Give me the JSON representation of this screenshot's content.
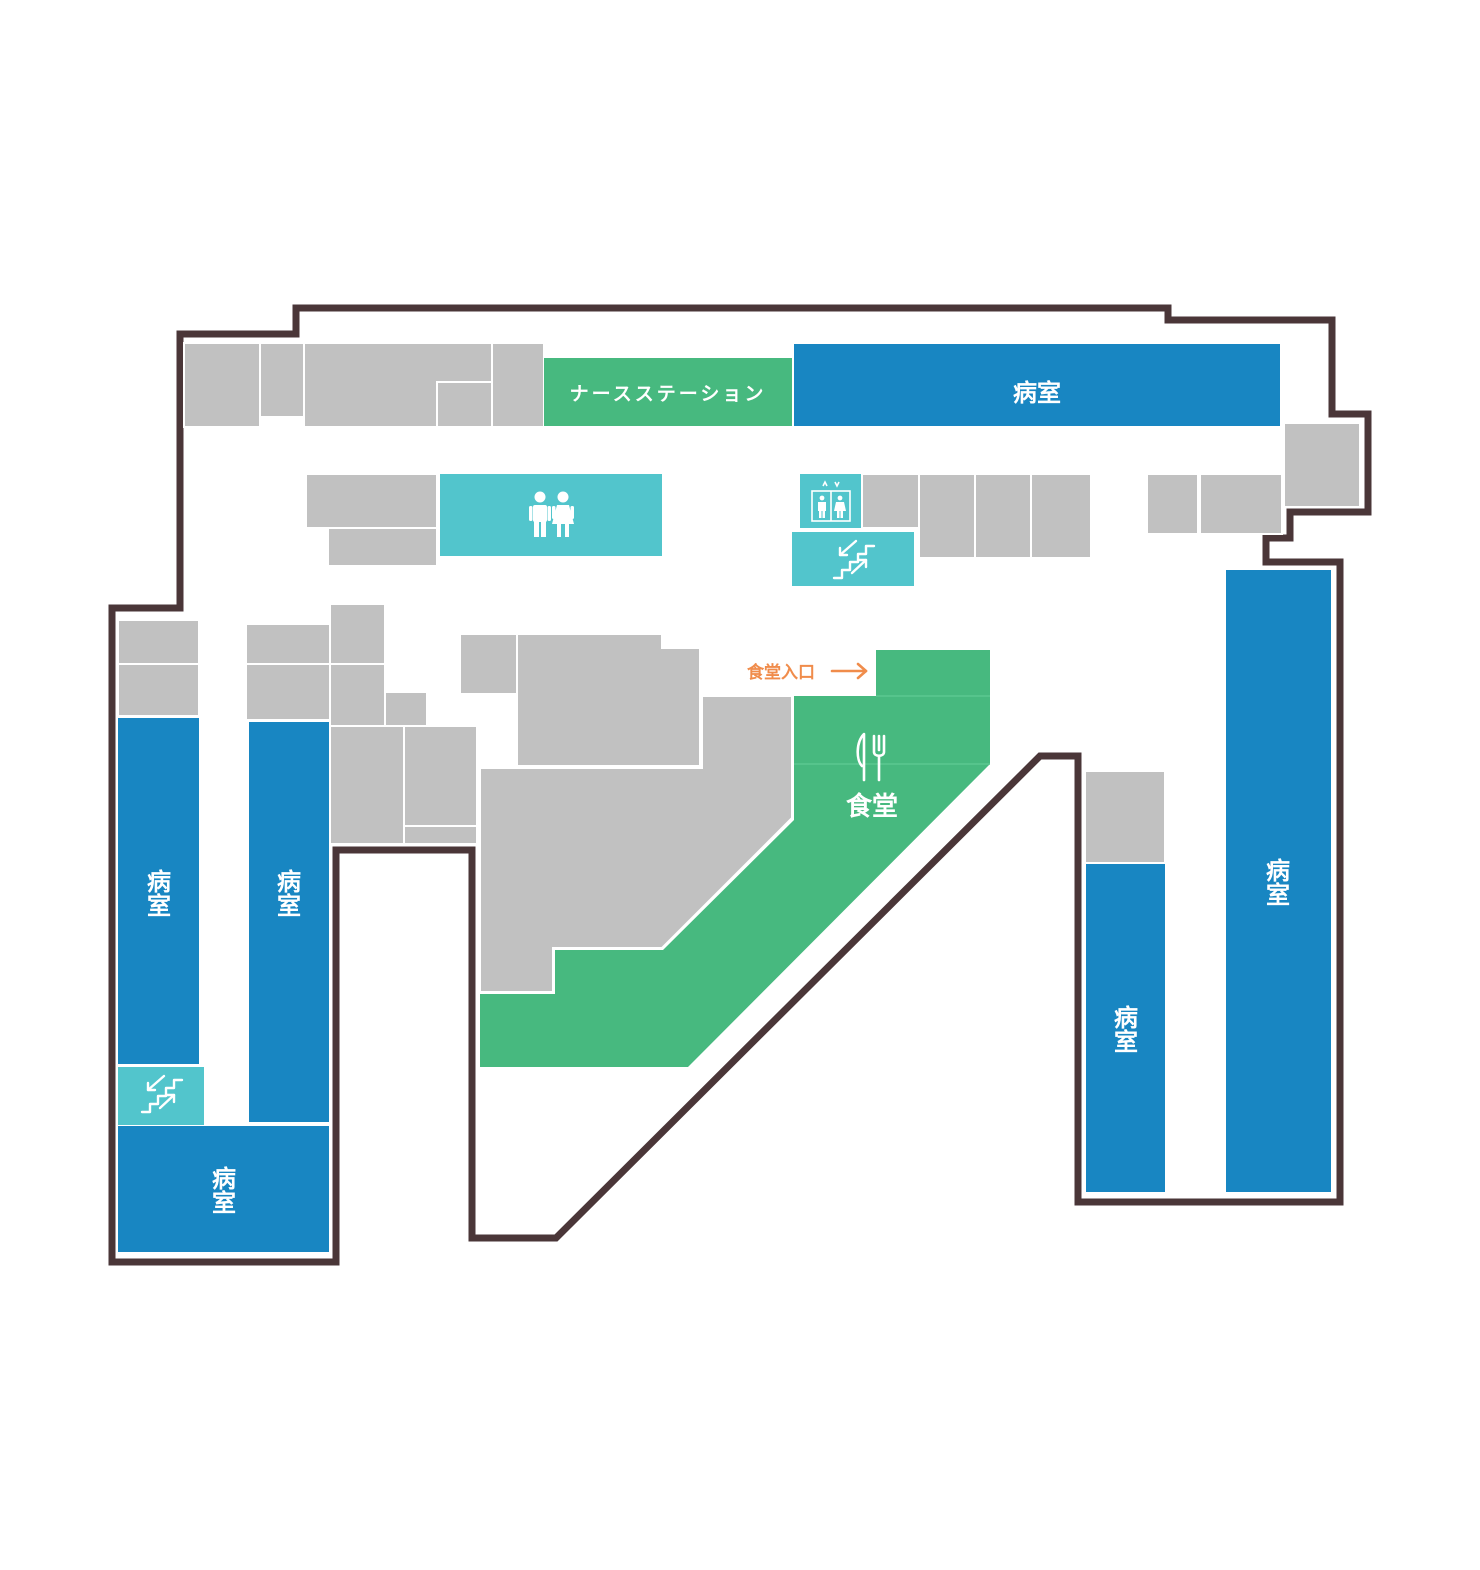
{
  "labels": {
    "nurse_station": "ナースステーション",
    "patient_room_char1": "病",
    "patient_room_char2": "室",
    "patient_room_full": "病室",
    "cafeteria": "食堂",
    "cafeteria_entrance": "食堂入口"
  },
  "colors": {
    "outline": "#4a3638",
    "patient_room": "#1886c2",
    "nurse_station": "#47b97f",
    "cafeteria": "#47b97f",
    "facility": "#52c5cc",
    "other_rooms": "#c1c1c1",
    "entrance_text": "#f08c4b"
  },
  "icons": {
    "restroom": "restroom-icon",
    "elevator": "elevator-icon",
    "stairs": "stairs-icon",
    "dining": "fork-knife-icon",
    "entrance_arrow": "arrow-right-icon"
  }
}
